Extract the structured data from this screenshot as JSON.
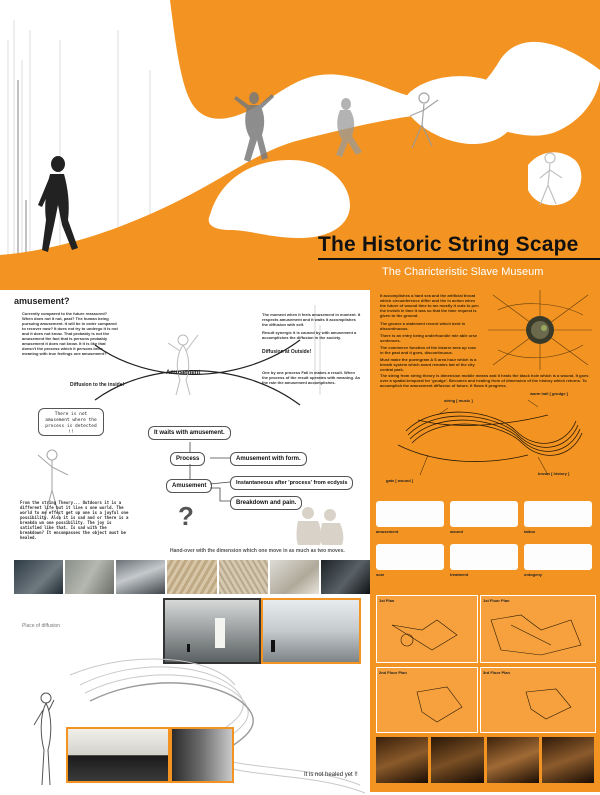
{
  "poster": {
    "title": "The Historic String Scape",
    "subtitle": "The Charicteristic Slave Museum"
  },
  "amusement": {
    "heading": "amusement?",
    "left_text": "Currently compared to the future reassured? When does not it not, past? The human being pursuing amusement. It will be in order compared to recover now? It does not try to undergo it is not and it does not know. That probably is not the amusement the fact that is persons probably amusement it does not know. It it is like that doesn't the process which it persons been meaning with true feelings one amusement?",
    "right_text_1": "The moment when it feels amusement in moment. It respects amusement and it waits it accomplishes the diffusion with self.",
    "right_text_2": "Result synergic it is caused by with amusement a accomplishes the diffusion in the society.",
    "diffusion_outside": "Diffusion at Outside!",
    "diffusion_inside": "Diffusion to the inside!",
    "center_label": "Amusement",
    "right_text_3": "One by one process Fall in makes a result. When the process of the result operates with meaning. As the rain the amusement accomplishes."
  },
  "speech": {
    "text": "There is not amusement where the process is detected !!"
  },
  "flow": {
    "top": "It waits with amusement.",
    "process": "Process",
    "amusement_form": "Amusement with form.",
    "amusement": "Amusement",
    "instantaneous": "Instantaneous after 'process' from ecdysis",
    "breakdown": "Breakdown and pain.",
    "question_mark": "?"
  },
  "string_theory": {
    "text": "From the string Theory... Outdoors it is a different life but it live s one world. The world to me effect get up one is a joyful one possibility. Also it is sad and or there is a breakda wn one possibility. The joy is satisfied like that. Is sad with the breakdown? It encompasses the object must be healed."
  },
  "caption": {
    "hand_over": "Hand-over with the dimension which one move in as much as two moves.",
    "place_of_diffusion": "Place of diffusion",
    "not_healed": "It is not healed yet !!"
  },
  "right_panel": {
    "text_1": "It accomplishes a hard sea and the artificial throat which circumference differ and the in action when the future of wound time to me mostly it outs to pen the invisib le time it was so that the time request is given to the ground.",
    "text_2": "The groove a statement record which bent in discontinuous.",
    "text_3": "There is an entry being underfoundie mle able urse sentences.",
    "text_4": "The commerce function of the bizarre area up rose in the past and it goes, discontinuous.",
    "text_5": "Must make the poemgram A S area hour which is a breath system which avant remains hat of the city central park.",
    "text_6": "The string from string theory is dimension mobile means and it heals the black hole which is a wound. It goes over a spatial-temporal for 'grudge'. Becomes and healing from of dimension of the history which returns. To accomplish the amusement diffusion of future. It flows it progress.",
    "string_music": "string [ music ]",
    "warm_hall": "warm hall [ grudge ]",
    "gate_wound": "gate [ wound ]",
    "brown_history": "brown [ history ]",
    "thumbs": [
      "amusement",
      "wound",
      "tattoo",
      "scar",
      "treatment",
      "ontogeny"
    ],
    "plan_1": "1st Plan",
    "plan_1f": "1st Floor Plan",
    "plan_2": "2nd Floor Plan",
    "plan_3": "3rd Floor Plan"
  },
  "colors": {
    "orange": "#f39422",
    "dark": "#222222"
  }
}
